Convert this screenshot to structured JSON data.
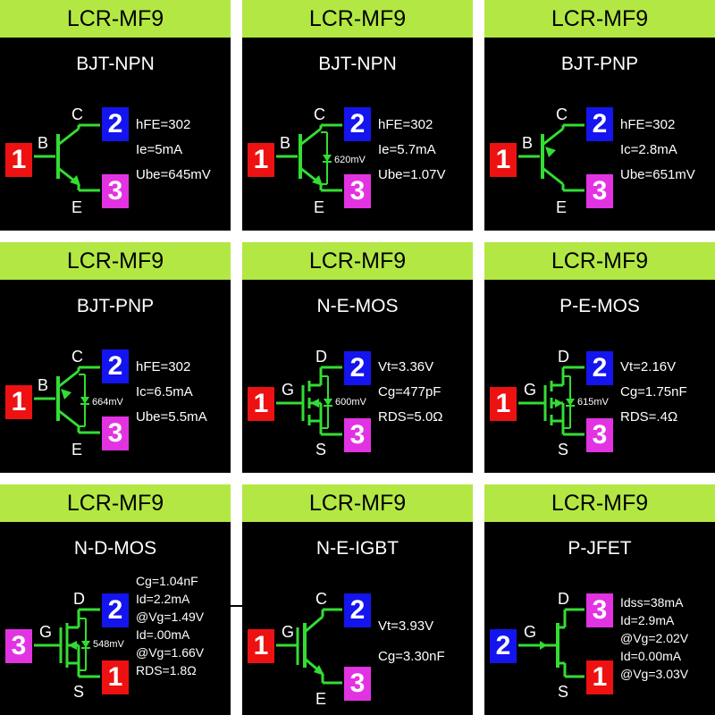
{
  "colors": {
    "header": "#b3e844",
    "panel": "#000000",
    "symbol": "#33dd33",
    "pin_red": "#ee1111",
    "pin_blue": "#1414ee",
    "pin_magenta": "#e233e2"
  },
  "panels": [
    {
      "title": "LCR-MF9",
      "type": "BJT-NPN",
      "symbol": "npn",
      "pins": [
        {
          "num": "1",
          "color": "red"
        },
        {
          "num": "2",
          "color": "blue"
        },
        {
          "num": "3",
          "color": "magenta"
        }
      ],
      "terminals": [
        "B",
        "C",
        "E"
      ],
      "diode": "",
      "values": [
        "hFE=302",
        "Ie=5mA",
        "Ube=645mV"
      ]
    },
    {
      "title": "LCR-MF9",
      "type": "BJT-NPN",
      "symbol": "npn",
      "pins": [
        {
          "num": "1",
          "color": "red"
        },
        {
          "num": "2",
          "color": "blue"
        },
        {
          "num": "3",
          "color": "magenta"
        }
      ],
      "terminals": [
        "B",
        "C",
        "E"
      ],
      "diode": "620mV",
      "values": [
        "hFE=302",
        "Ie=5.7mA",
        "Ube=1.07V"
      ]
    },
    {
      "title": "LCR-MF9",
      "type": "BJT-PNP",
      "symbol": "pnp",
      "pins": [
        {
          "num": "1",
          "color": "red"
        },
        {
          "num": "2",
          "color": "blue"
        },
        {
          "num": "3",
          "color": "magenta"
        }
      ],
      "terminals": [
        "B",
        "C",
        "E"
      ],
      "diode": "",
      "values": [
        "hFE=302",
        "Ic=2.8mA",
        "Ube=651mV"
      ]
    },
    {
      "title": "LCR-MF9",
      "type": "BJT-PNP",
      "symbol": "pnp",
      "pins": [
        {
          "num": "1",
          "color": "red"
        },
        {
          "num": "2",
          "color": "blue"
        },
        {
          "num": "3",
          "color": "magenta"
        }
      ],
      "terminals": [
        "B",
        "C",
        "E"
      ],
      "diode": "664mV",
      "values": [
        "hFE=302",
        "Ic=6.5mA",
        "Ube=5.5mA"
      ]
    },
    {
      "title": "LCR-MF9",
      "type": "N-E-MOS",
      "symbol": "nmos",
      "pins": [
        {
          "num": "1",
          "color": "red"
        },
        {
          "num": "2",
          "color": "blue"
        },
        {
          "num": "3",
          "color": "magenta"
        }
      ],
      "terminals": [
        "G",
        "D",
        "S"
      ],
      "diode": "600mV",
      "values": [
        "Vt=3.36V",
        "Cg=477pF",
        "RDS=5.0Ω"
      ]
    },
    {
      "title": "LCR-MF9",
      "type": "P-E-MOS",
      "symbol": "pmos",
      "pins": [
        {
          "num": "1",
          "color": "red"
        },
        {
          "num": "2",
          "color": "blue"
        },
        {
          "num": "3",
          "color": "magenta"
        }
      ],
      "terminals": [
        "G",
        "D",
        "S"
      ],
      "diode": "615mV",
      "values": [
        "Vt=2.16V",
        "Cg=1.75nF",
        "RDS=.4Ω"
      ]
    },
    {
      "title": "LCR-MF9",
      "type": "N-D-MOS",
      "symbol": "ndmos",
      "pins": [
        {
          "num": "3",
          "color": "magenta"
        },
        {
          "num": "2",
          "color": "blue"
        },
        {
          "num": "1",
          "color": "red"
        }
      ],
      "terminals": [
        "G",
        "D",
        "S"
      ],
      "diode": "548mV",
      "values": [
        "Cg=1.04nF",
        "Id=2.2mA",
        "@Vg=1.49V",
        "Id=.00mA",
        "@Vg=1.66V",
        "RDS=1.8Ω"
      ]
    },
    {
      "title": "LCR-MF9",
      "type": "N-E-IGBT",
      "symbol": "igbt",
      "pins": [
        {
          "num": "1",
          "color": "red"
        },
        {
          "num": "2",
          "color": "blue"
        },
        {
          "num": "3",
          "color": "magenta"
        }
      ],
      "terminals": [
        "G",
        "C",
        "E"
      ],
      "diode": "",
      "values": [
        "Vt=3.93V",
        "Cg=3.30nF"
      ]
    },
    {
      "title": "LCR-MF9",
      "type": "P-JFET",
      "symbol": "pjfet",
      "pins": [
        {
          "num": "2",
          "color": "blue"
        },
        {
          "num": "3",
          "color": "magenta"
        },
        {
          "num": "1",
          "color": "red"
        }
      ],
      "terminals": [
        "G",
        "D",
        "S"
      ],
      "diode": "",
      "values": [
        "Idss=38mA",
        "Id=2.9mA",
        "@Vg=2.02V",
        "Id=0.00mA",
        "@Vg=3.03V"
      ]
    }
  ]
}
